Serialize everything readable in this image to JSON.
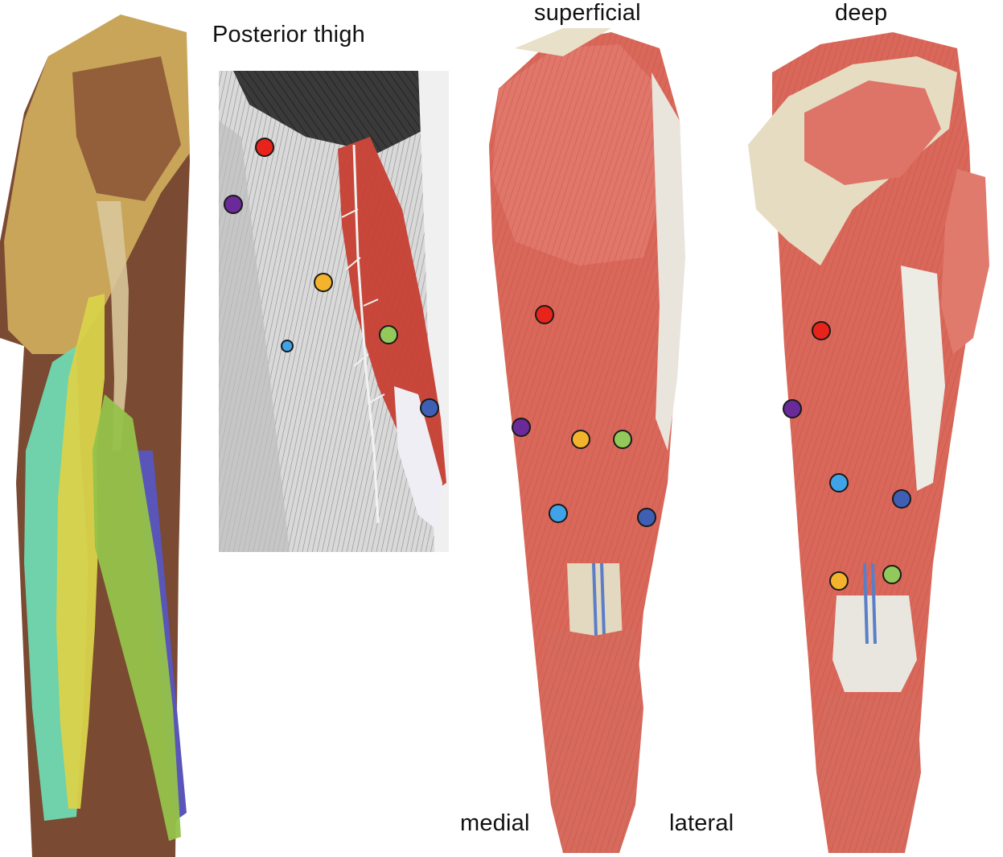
{
  "labels": {
    "posterior_thigh": "Posterior thigh",
    "superficial": "superficial",
    "deep": "deep",
    "medial": "medial",
    "lateral": "lateral"
  },
  "marker_colors": {
    "red": "#e8231a",
    "purple": "#6a2a9a",
    "yellow": "#f4b32c",
    "green": "#92c95a",
    "light_blue": "#3fa3e8",
    "dark_blue": "#3f5fb5"
  }
}
